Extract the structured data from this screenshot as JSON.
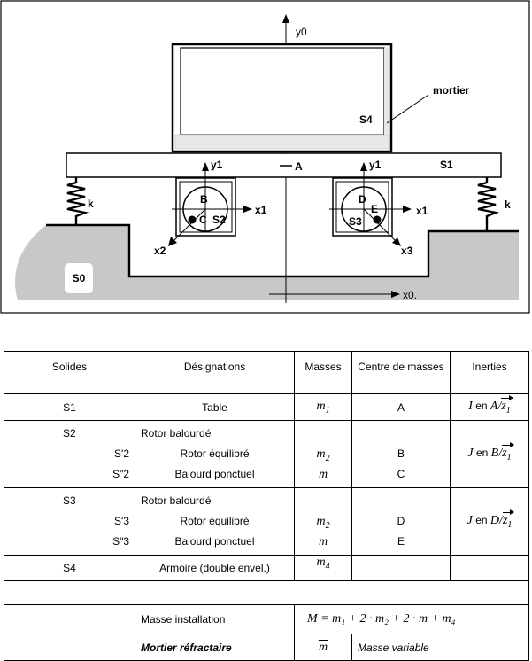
{
  "diagram": {
    "labels": {
      "y0": "y0",
      "x0": "x0.",
      "mortier": "mortier",
      "s4": "S4",
      "s1": "S1",
      "a": "A",
      "y1_left": "y1",
      "y1_right": "y1",
      "x1_left": "x1",
      "x1_right": "x1",
      "x2": "x2",
      "x3": "x3",
      "b": "B",
      "c": "C",
      "s2": "S2",
      "d": "D",
      "e": "E",
      "s3": "S3",
      "k_left": "k",
      "k_right": "k",
      "s0": "S0"
    }
  },
  "table": {
    "headers": {
      "solides": "Solides",
      "designations": "Désignations",
      "masses": "Masses",
      "centre": "Centre de masses",
      "inerties": "Inerties"
    },
    "s1": {
      "solide": "S1",
      "designation": "Table",
      "masse": "m",
      "masse_sub": "1",
      "centre": "A",
      "inertie_sym": "I",
      "inertie_mid": " en ",
      "inertie_pt": "A",
      "inertie_axis": "z",
      "inertie_axis_sub": "1"
    },
    "s2": {
      "solide": "S2",
      "designation": "Rotor balourdé",
      "sub1_code": "S'2",
      "sub1_desc": "Rotor équilibré",
      "sub1_masse": "m",
      "sub1_masse_sub": "2",
      "sub1_centre": "B",
      "sub2_code": "S\"2",
      "sub2_desc": "Balourd ponctuel",
      "sub2_masse": "m",
      "sub2_centre": "C",
      "inertie_sym": "J",
      "inertie_mid": " en ",
      "inertie_pt": "B",
      "inertie_axis": "z",
      "inertie_axis_sub": "1"
    },
    "s3": {
      "solide": "S3",
      "designation": "Rotor balourdé",
      "sub1_code": "S'3",
      "sub1_desc": "Rotor équilibré",
      "sub1_masse": "m",
      "sub1_masse_sub": "2",
      "sub1_centre": "D",
      "sub2_code": "S\"3",
      "sub2_desc": "Balourd ponctuel",
      "sub2_masse": "m",
      "sub2_centre": "E",
      "inertie_sym": "J",
      "inertie_mid": " en ",
      "inertie_pt": "D",
      "inertie_axis": "z",
      "inertie_axis_sub": "1"
    },
    "s4": {
      "solide": "S4",
      "designation": "Armoire (double envel.)",
      "masse": "m",
      "masse_sub": "4"
    },
    "installation": {
      "label": "Masse installation",
      "formula": "M = m₁ + 2 · m₂ + 2 · m + m₄"
    },
    "mortier": {
      "label": "Mortier réfractaire",
      "masse": "m",
      "note": "Masse variable"
    }
  }
}
